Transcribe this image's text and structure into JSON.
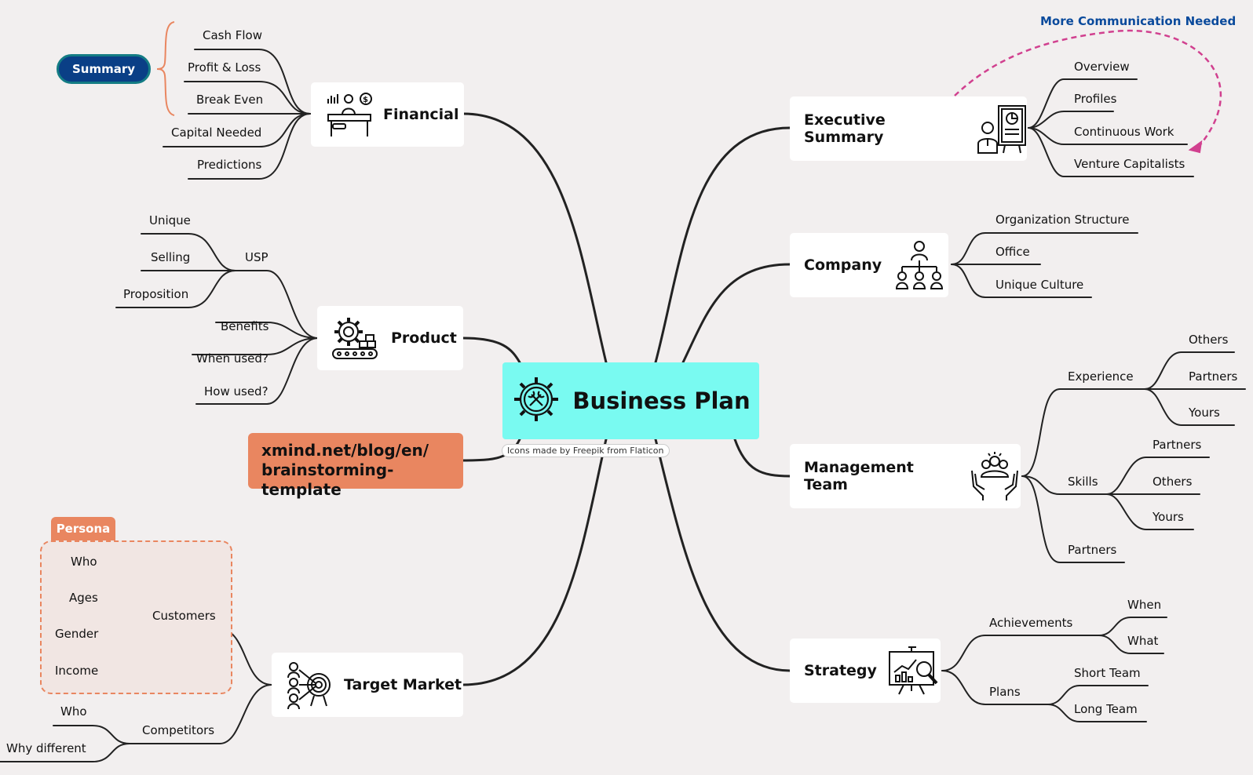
{
  "central": {
    "title": "Business Plan",
    "icon": "gear-wrench-icon"
  },
  "credit": "Icons made by Freepik from Flaticon",
  "link_note": {
    "line1": "xmind.net/blog/en/",
    "line2": "brainstorming-template"
  },
  "summary_label": "Summary",
  "persona_label": "Persona",
  "relationship_label": "More Communication Needed",
  "colors": {
    "central_bg": "#79faf1",
    "accent_orange": "#e98660",
    "summary_bg": "#0a3f86",
    "relationship": "#d1408f",
    "link_text": "#0a4a9c"
  },
  "financial": {
    "title": "Financial",
    "icon": "accountant-desk-icon",
    "items": [
      "Cash Flow",
      "Profit & Loss",
      "Break Even",
      "Capital Needed",
      "Predictions"
    ]
  },
  "product": {
    "title": "Product",
    "icon": "gear-conveyor-icon",
    "usp": {
      "label": "USP",
      "items": [
        "Unique",
        "Selling",
        "Proposition"
      ]
    },
    "items": [
      "Benefits",
      "When used?",
      "How used?"
    ]
  },
  "target_market": {
    "title": "Target Market",
    "icon": "target-audience-icon",
    "customers": {
      "label": "Customers",
      "items": [
        "Who",
        "Ages",
        "Gender",
        "Income"
      ]
    },
    "competitors": {
      "label": "Competitors",
      "items": [
        "Who",
        "Why different"
      ]
    }
  },
  "executive_summary": {
    "title": "Executive Summary",
    "icon": "presentation-board-icon",
    "items": [
      "Overview",
      "Profiles",
      "Continuous Work",
      "Venture Capitalists"
    ]
  },
  "company": {
    "title": "Company",
    "icon": "org-chart-icon",
    "items": [
      "Organization Structure",
      "Office",
      "Unique Culture"
    ]
  },
  "management_team": {
    "title": "Management Team",
    "icon": "team-hands-icon",
    "experience": {
      "label": "Experience",
      "items": [
        "Others",
        "Partners",
        "Yours"
      ]
    },
    "skills": {
      "label": "Skills",
      "items": [
        "Partners",
        "Others",
        "Yours"
      ]
    },
    "partners": "Partners"
  },
  "strategy": {
    "title": "Strategy",
    "icon": "chart-magnifier-icon",
    "achievements": {
      "label": "Achievements",
      "items": [
        "When",
        "What"
      ]
    },
    "plans": {
      "label": "Plans",
      "items": [
        "Short Team",
        "Long Team"
      ]
    }
  }
}
